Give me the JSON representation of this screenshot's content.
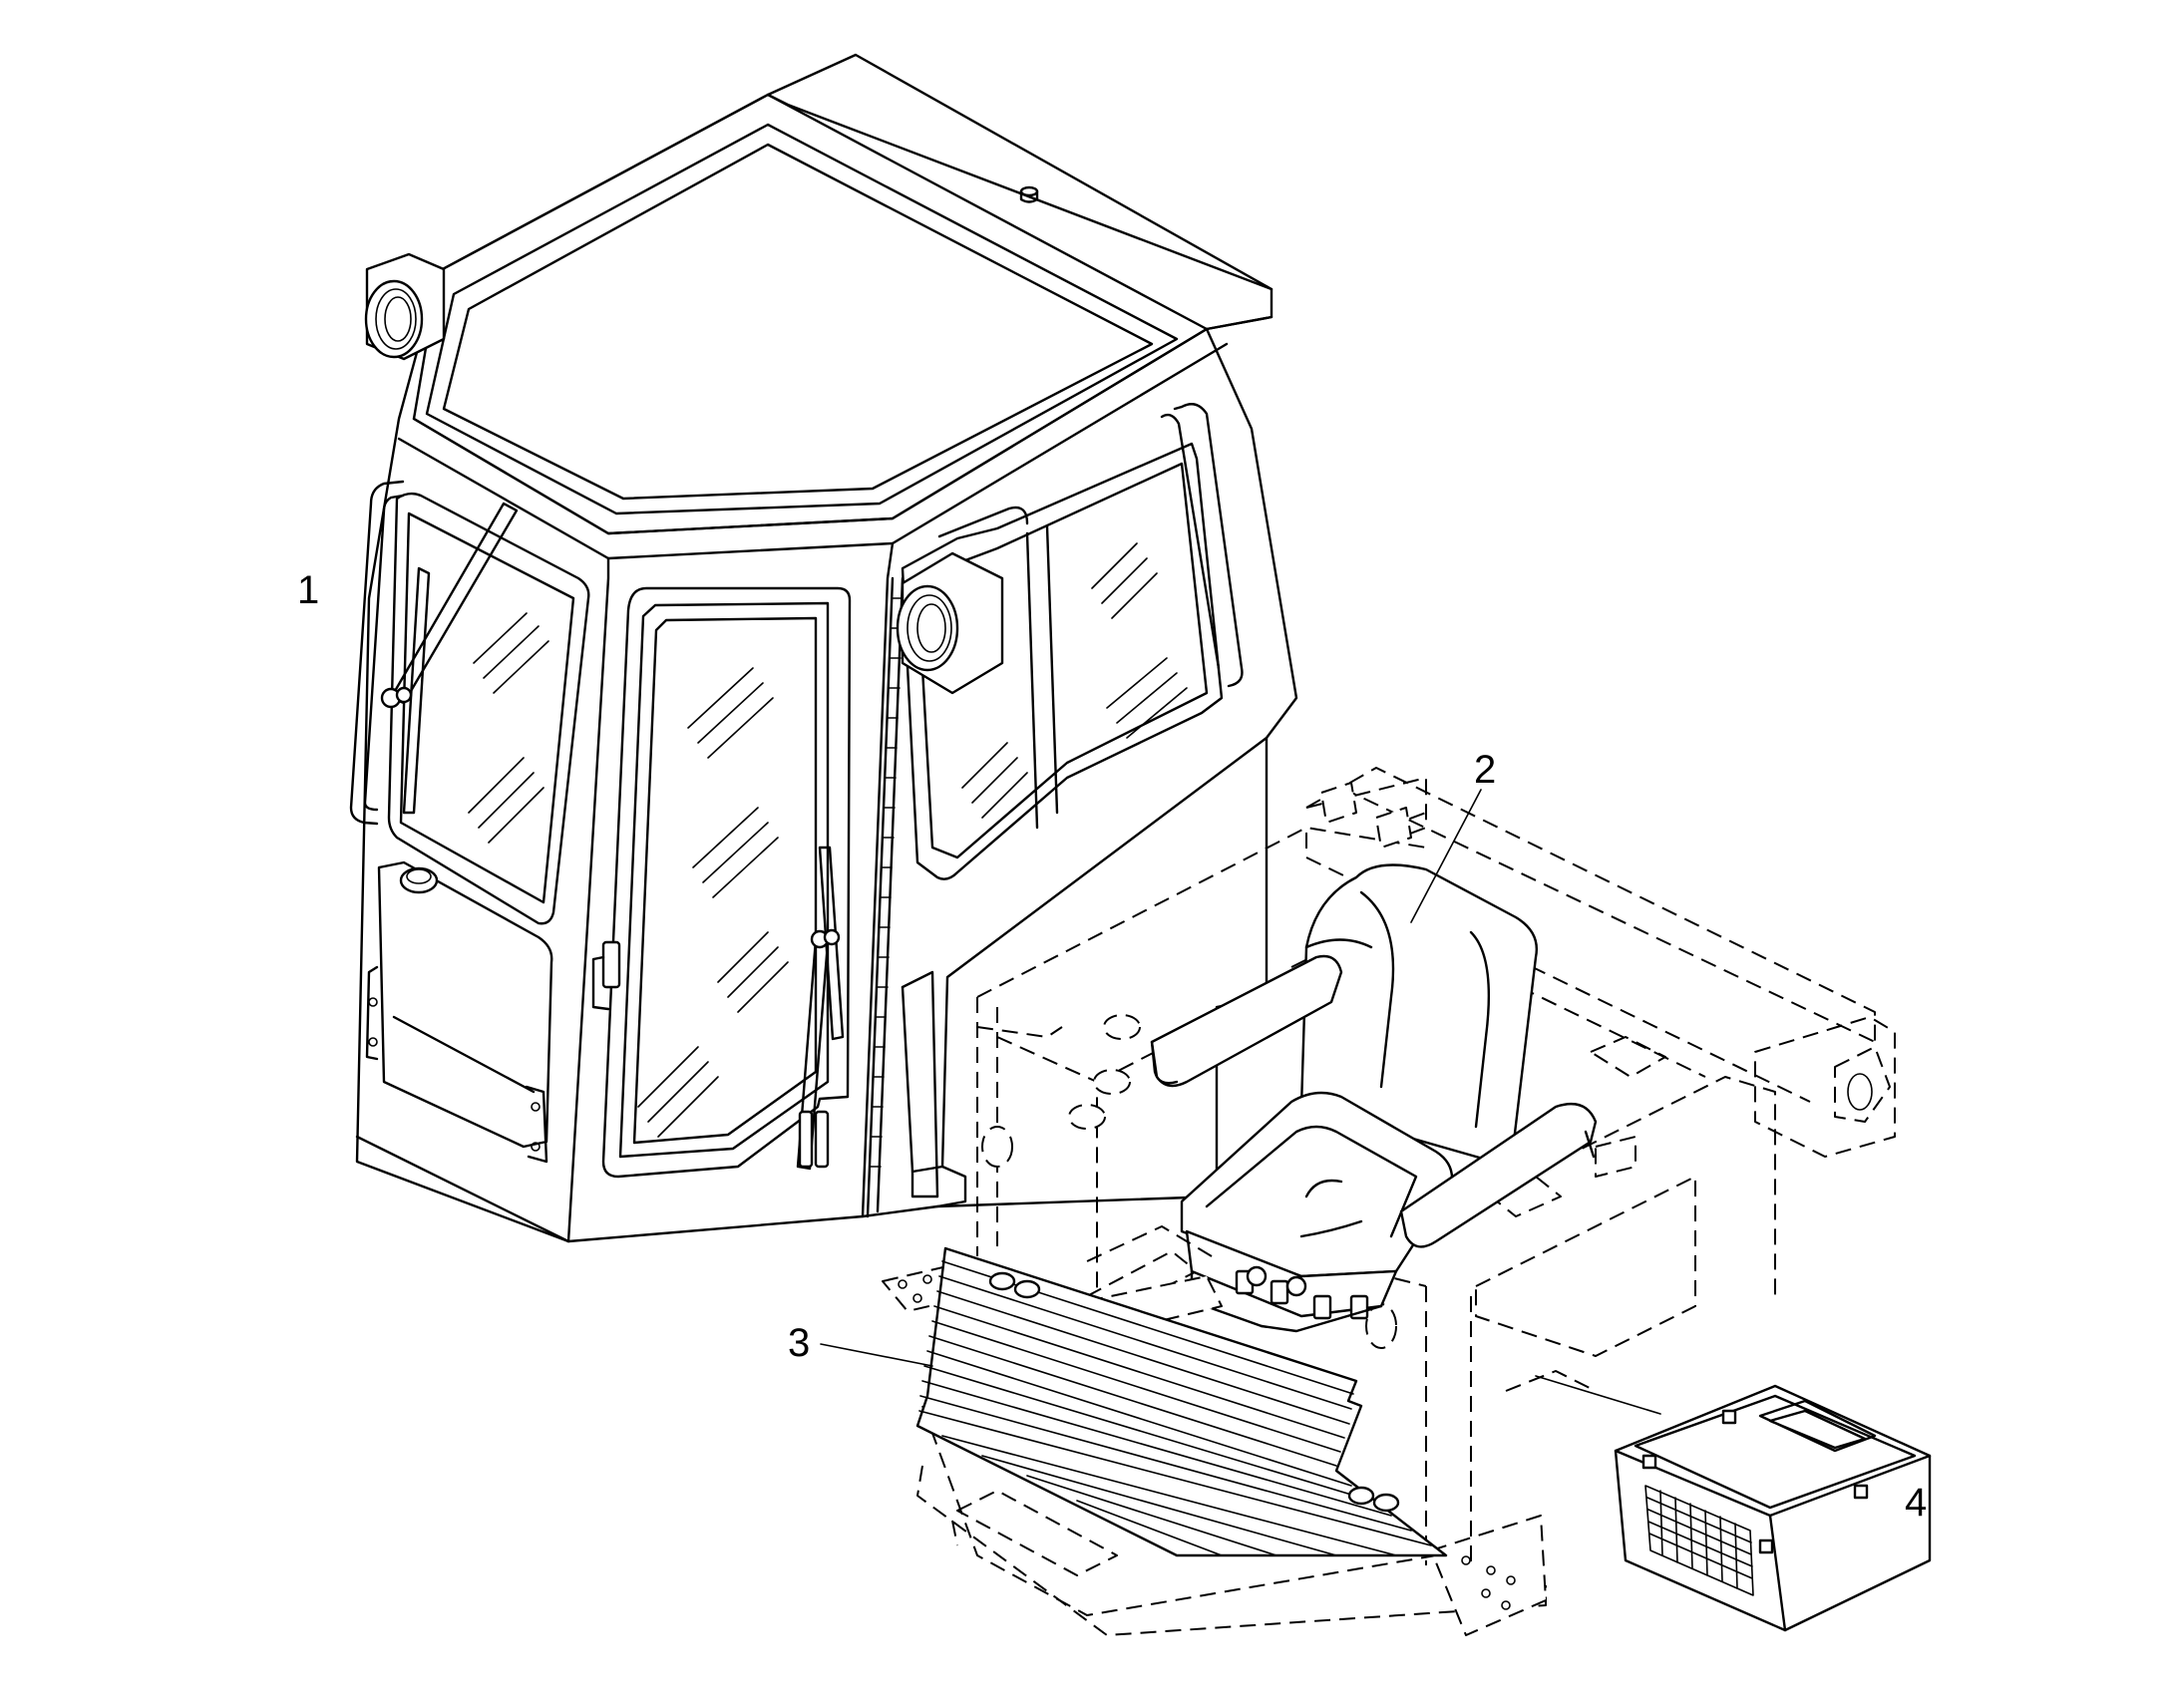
{
  "callouts": [
    {
      "id": "1",
      "text": "1"
    },
    {
      "id": "2",
      "text": "2"
    },
    {
      "id": "3",
      "text": "3"
    },
    {
      "id": "4",
      "text": "4"
    }
  ],
  "colors": {
    "ink": "#000000",
    "paper": "#ffffff"
  }
}
